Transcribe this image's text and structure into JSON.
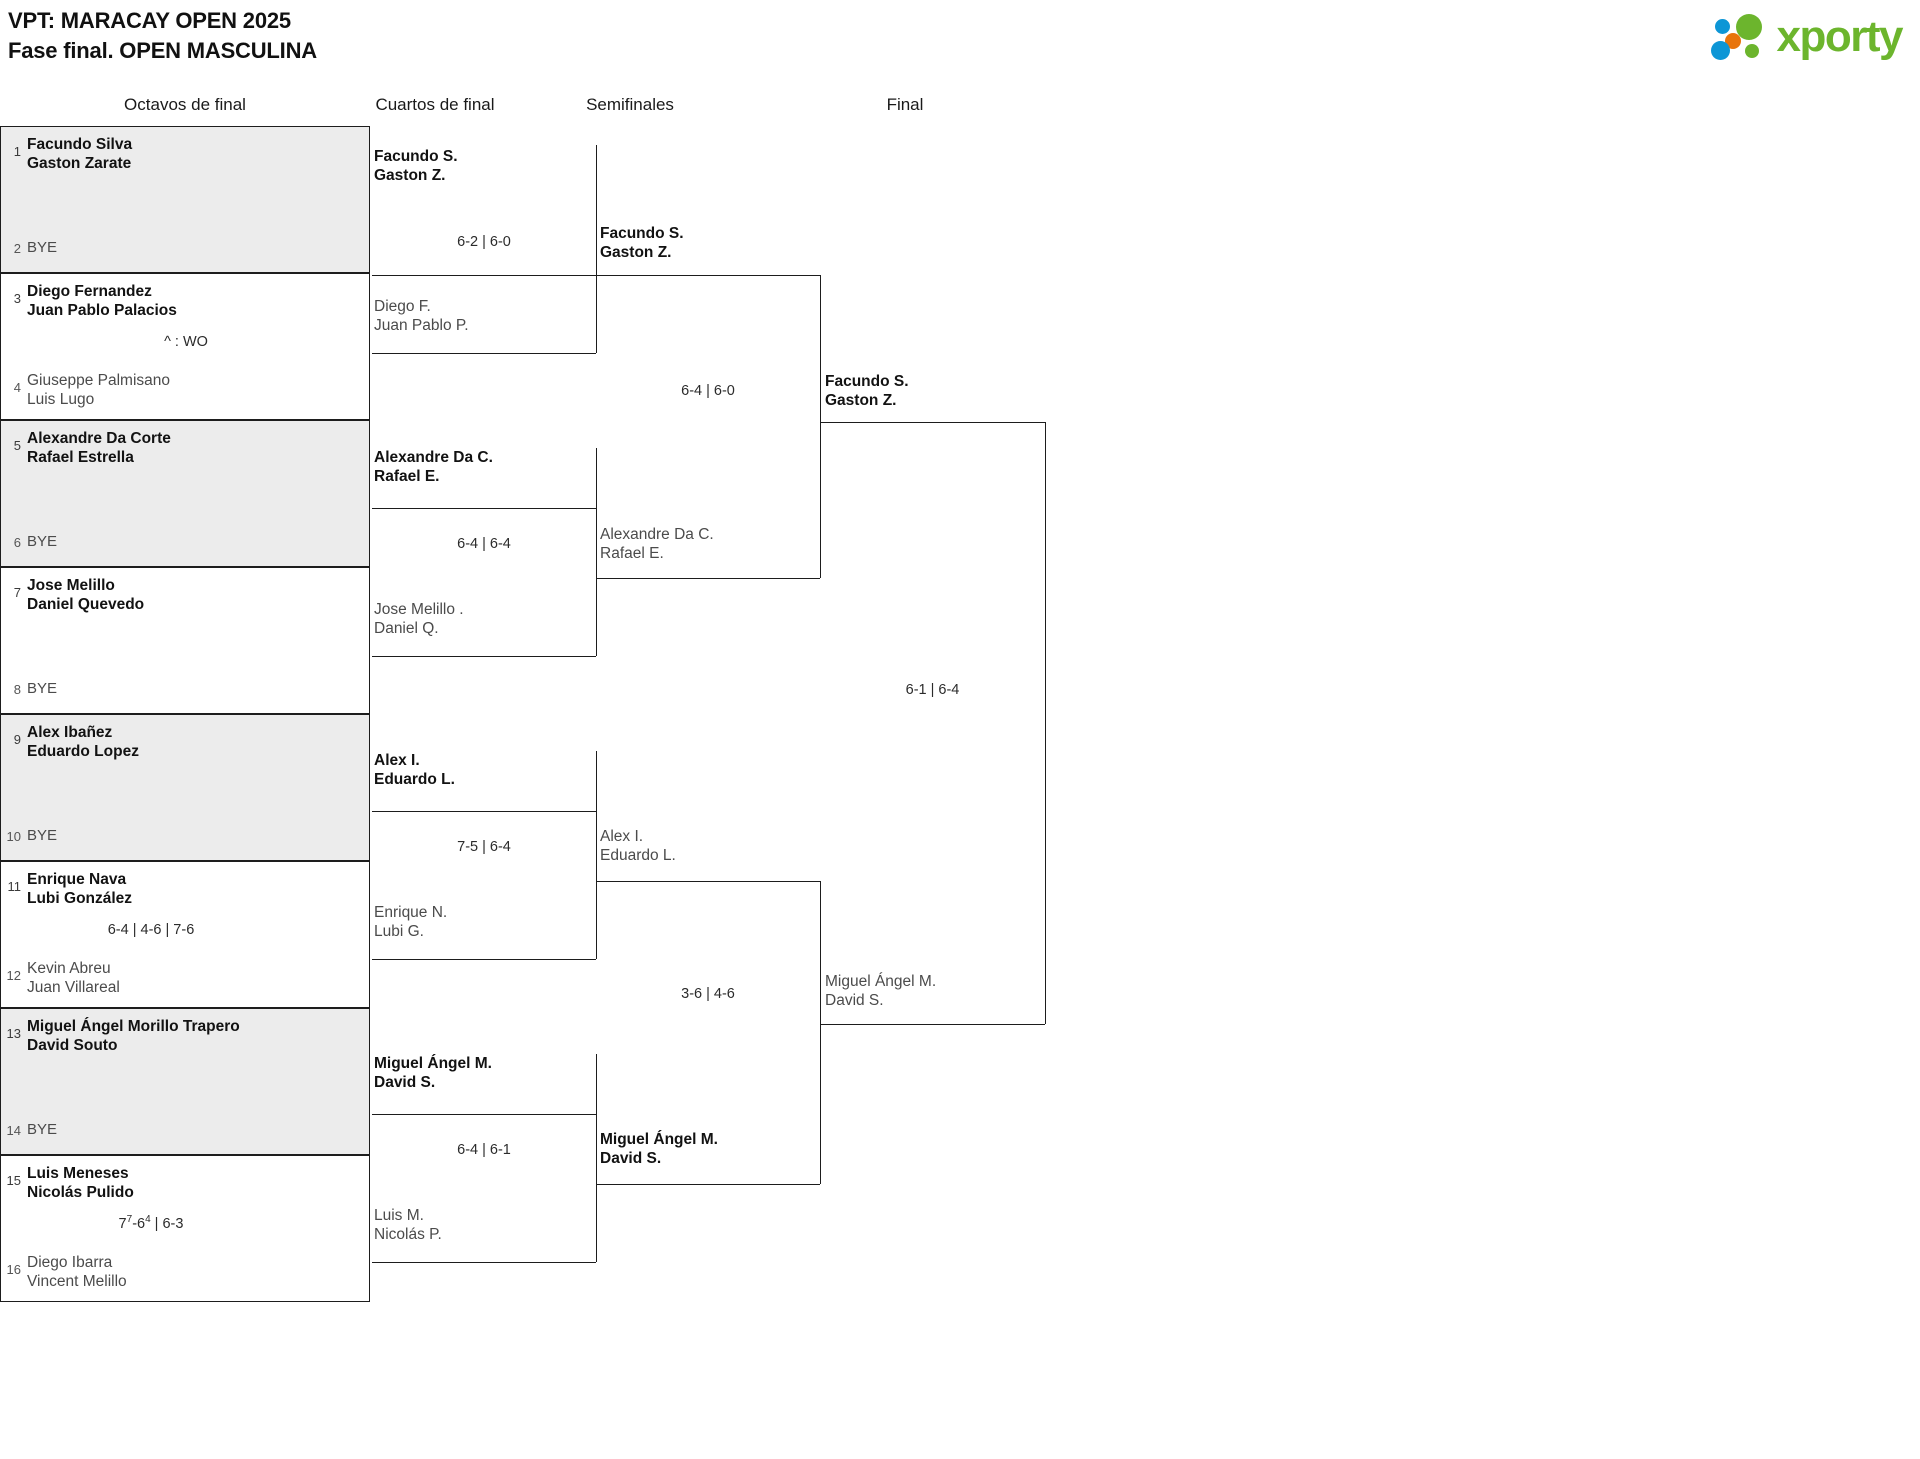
{
  "header": {
    "title_line1": "VPT: MARACAY OPEN 2025",
    "title_line2": "Fase final. OPEN MASCULINA",
    "logo_text": "xporty",
    "logo_colors": {
      "green": "#6cb52d",
      "blue": "#0d96d6",
      "orange": "#e8740c"
    }
  },
  "rounds": [
    {
      "label": "Octavos de final"
    },
    {
      "label": "Cuartos de final"
    },
    {
      "label": "Semifinales"
    },
    {
      "label": "Final"
    }
  ],
  "round1": {
    "matches": [
      {
        "shaded": true,
        "top": {
          "seed": "1",
          "line1": "Facundo Silva",
          "line2": "Gaston Zarate",
          "winner": true
        },
        "bottom": {
          "seed": "2",
          "bye": "BYE",
          "winner": false
        },
        "score": ""
      },
      {
        "shaded": false,
        "top": {
          "seed": "3",
          "line1": "Diego Fernandez",
          "line2": "Juan Pablo Palacios",
          "winner": true
        },
        "bottom": {
          "seed": "4",
          "line1": "Giuseppe Palmisano",
          "line2": "Luis Lugo",
          "winner": false
        },
        "score": "^ : WO"
      },
      {
        "shaded": true,
        "top": {
          "seed": "5",
          "line1": "Alexandre Da Corte",
          "line2": "Rafael Estrella",
          "winner": true
        },
        "bottom": {
          "seed": "6",
          "bye": "BYE",
          "winner": false
        },
        "score": ""
      },
      {
        "shaded": false,
        "top": {
          "seed": "7",
          "line1": "Jose Melillo",
          "line2": "Daniel Quevedo",
          "winner": true
        },
        "bottom": {
          "seed": "8",
          "bye": "BYE",
          "winner": false
        },
        "score": ""
      },
      {
        "shaded": true,
        "top": {
          "seed": "9",
          "line1": "Alex Ibañez",
          "line2": "Eduardo Lopez",
          "winner": true
        },
        "bottom": {
          "seed": "10",
          "bye": "BYE",
          "winner": false
        },
        "score": ""
      },
      {
        "shaded": false,
        "top": {
          "seed": "11",
          "line1": "Enrique Nava",
          "line2": "Lubi González",
          "winner": true
        },
        "bottom": {
          "seed": "12",
          "line1": "Kevin Abreu",
          "line2": "Juan Villareal",
          "winner": false
        },
        "score": "6-4 | 4-6 | 7-6"
      },
      {
        "shaded": true,
        "top": {
          "seed": "13",
          "line1": "Miguel Ángel Morillo Trapero",
          "line2": "David Souto",
          "winner": true
        },
        "bottom": {
          "seed": "14",
          "bye": "BYE",
          "winner": false
        },
        "score": ""
      },
      {
        "shaded": false,
        "top": {
          "seed": "15",
          "line1": "Luis Meneses",
          "line2": "Nicolás Pulido",
          "winner": true
        },
        "bottom": {
          "seed": "16",
          "line1": "Diego Ibarra",
          "line2": "Vincent Melillo",
          "winner": false
        },
        "score_html": "7<sup>7</sup>-6<sup>4</sup> | 6-3"
      }
    ]
  },
  "round2": {
    "matches": [
      {
        "top": {
          "line1": "Facundo S.",
          "line2": "Gaston Z.",
          "winner": true
        },
        "bottom": {
          "line1": "Diego F.",
          "line2": "Juan Pablo P.",
          "winner": false
        },
        "score": "6-2 | 6-0"
      },
      {
        "top": {
          "line1": "Alexandre Da C.",
          "line2": "Rafael E.",
          "winner": true
        },
        "bottom": {
          "line1": "Jose Melillo .",
          "line2": "Daniel Q.",
          "winner": false
        },
        "score": "6-4 | 6-4"
      },
      {
        "top": {
          "line1": "Alex I.",
          "line2": "Eduardo L.",
          "winner": true
        },
        "bottom": {
          "line1": "Enrique N.",
          "line2": "Lubi G.",
          "winner": false
        },
        "score": "7-5 | 6-4"
      },
      {
        "top": {
          "line1": "Miguel Ángel M.",
          "line2": "David S.",
          "winner": true
        },
        "bottom": {
          "line1": "Luis M.",
          "line2": "Nicolás P.",
          "winner": false
        },
        "score": "6-4 | 6-1"
      }
    ]
  },
  "round3": {
    "matches": [
      {
        "top": {
          "line1": "Facundo S.",
          "line2": "Gaston Z.",
          "winner": true
        },
        "bottom": {
          "line1": "Alexandre Da C.",
          "line2": "Rafael E.",
          "winner": false
        },
        "score": "6-4 | 6-0"
      },
      {
        "top": {
          "line1": "Alex I.",
          "line2": "Eduardo L.",
          "winner": false
        },
        "bottom": {
          "line1": "Miguel Ángel M.",
          "line2": "David S.",
          "winner": true
        },
        "score": "3-6 | 4-6"
      }
    ]
  },
  "round4": {
    "matches": [
      {
        "top": {
          "line1": "Facundo S.",
          "line2": "Gaston Z.",
          "winner": true
        },
        "bottom": {
          "line1": "Miguel Ángel M.",
          "line2": "David S.",
          "winner": false
        },
        "score": "6-1 | 6-4"
      }
    ]
  }
}
